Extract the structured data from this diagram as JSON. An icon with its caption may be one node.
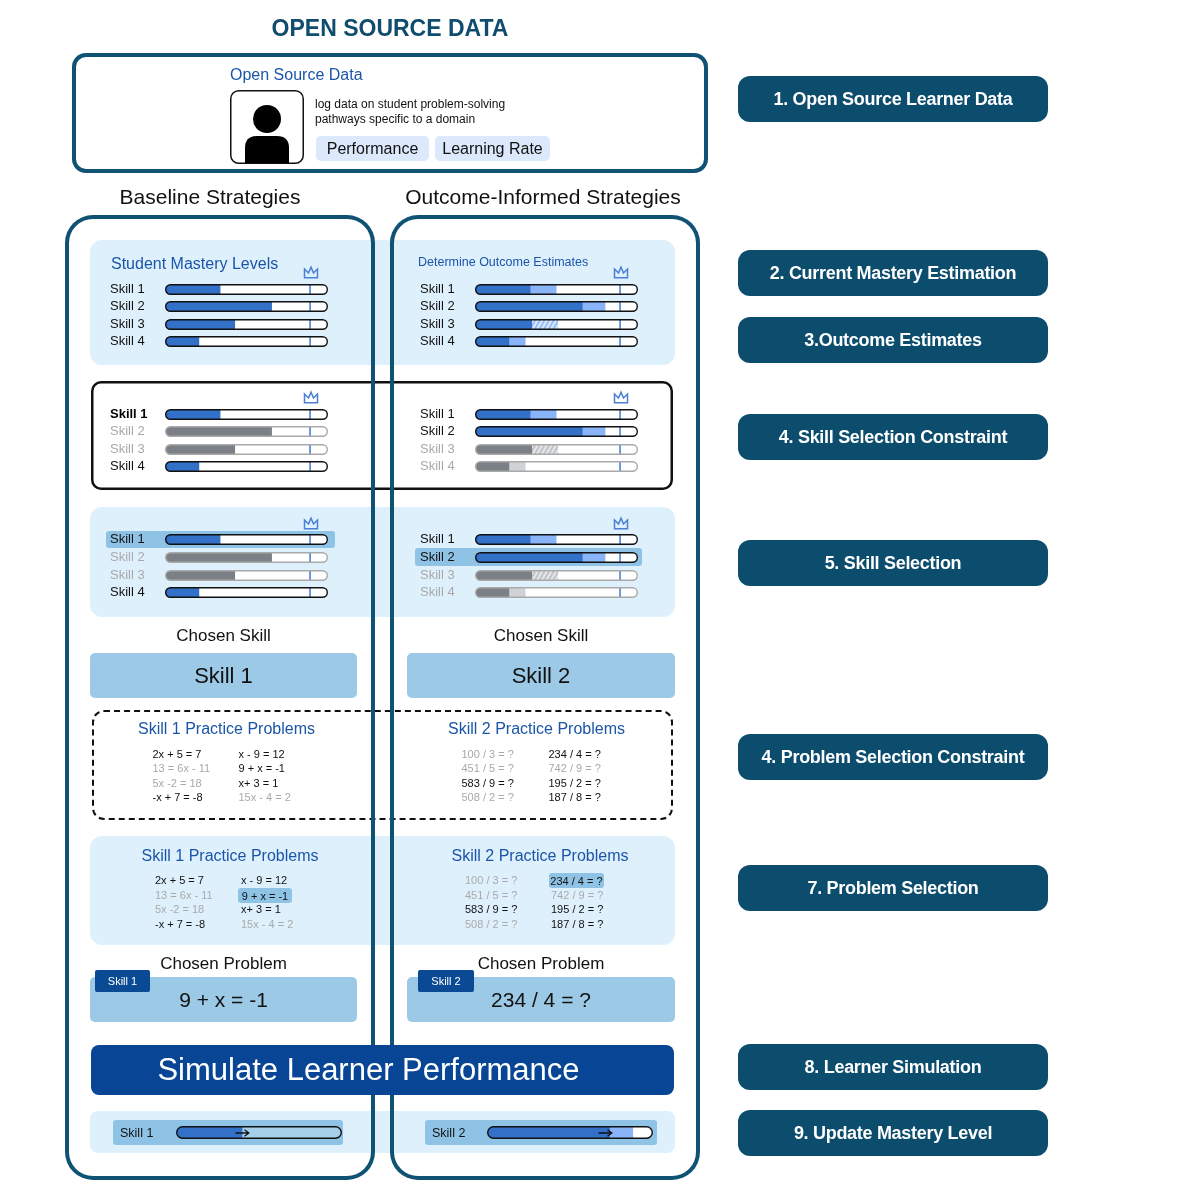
{
  "diagram": {
    "title": "OPEN SOURCE DATA",
    "nodes": [
      {
        "text": [
          "Open Source Data",
          "log data on student problem-solving pathways specific to a domain"
        ]
      },
      {
        "text": [
          "Performance"
        ],
        "in": 0
      },
      {
        "text": [
          "Learning Rate"
        ],
        "in": 0
      },
      {
        "text": [
          "Baseline Strategies"
        ]
      },
      {
        "text": [
          "Outcome-Informed Strategies"
        ]
      },
      {
        "text": [
          "Student Mastery Levels",
          "Skill 1",
          "Skill 2",
          "Skill 3",
          "Skill 4",
          "Determine Outcome Estimates",
          "Skill 1",
          "Skill 2",
          "Skill 3",
          "Skill 4"
        ]
      },
      {
        "text": [
          "Skill 1",
          "Skill 2",
          "Skill 3",
          "Skill 4",
          "Skill 1",
          "Skill 2",
          "Skill 3",
          "Skill 4"
        ]
      },
      {
        "text": [
          "Skill 2",
          "Skill 3",
          "Skill 4",
          "Skill 1",
          "Skill 3",
          "Skill 4"
        ]
      },
      {
        "text": [
          "Skill 1"
        ]
      },
      {
        "text": [
          "Skill 2"
        ]
      },
      {
        "text": [
          "Chosen Skill",
          "Skill 1"
        ],
        "in": 3
      },
      {
        "text": [
          "Chosen Skill",
          "Skill 2"
        ],
        "in": 4
      },
      {
        "text": [
          "Skill 1 Practice Problems",
          "2x + 5 = 7",
          "x - 9 = 12",
          "13 = 6x - 11",
          "9 + x = -1",
          "5x -2 = 18",
          "x+ 3 = 1",
          "-x + 7 = -8",
          "15x - 4 = 2",
          "Skill 2 Practice Problems",
          "100 / 3 = ?",
          "234 / 4 = ?",
          "451 / 5 = ?",
          "742 / 9 = ?",
          "583 / 9 = ?",
          "195 / 2 = ?",
          "508 / 2 = ?",
          "187 / 8 = ?"
        ]
      },
      {
        "text": [
          "Skill 1 Practice Problems",
          "2x + 5 = 7",
          "x - 9 = 12",
          "13 = 6x - 11",
          "5x -2 = 18",
          "x+ 3 = 1",
          "-x + 7 = -8",
          "15x - 4 = 2",
          "Skill 2 Practice Problems",
          "100 / 3 = ?",
          "451 / 5 = ?",
          "742 / 9 = ?",
          "583 / 9 = ?",
          "195 / 2 = ?",
          "508 / 2 = ?",
          "187 / 8 = ?"
        ]
      },
      {
        "text": [
          "9 + x = -1"
        ]
      },
      {
        "text": [
          "234 / 4 = ?"
        ]
      },
      {
        "text": [
          "Chosen Problem",
          "9 + x = -1"
        ],
        "in": 3
      },
      {
        "text": [
          "Skill 1"
        ],
        "in": 3
      },
      {
        "text": [
          "Chosen Problem",
          "234 / 4 = ?"
        ],
        "in": 4
      },
      {
        "text": [
          "Skill 2"
        ],
        "in": 4
      },
      {
        "text": [
          "Simulate Learner Performance"
        ]
      },
      {
        "text": [],
        "shape": "box"
      },
      {
        "text": [
          "Skill 1"
        ]
      },
      {
        "text": [
          "Skill 2"
        ]
      },
      {
        "text": [
          "1. Open Source Learner Data"
        ]
      },
      {
        "text": [
          "2. Current Mastery Estimation"
        ]
      },
      {
        "text": [
          "3.Outcome Estimates"
        ]
      },
      {
        "text": [
          "4. Skill Selection Constraint"
        ]
      },
      {
        "text": [
          "5. Skill Selection"
        ]
      },
      {
        "text": [
          "4. Problem Selection Constraint"
        ]
      },
      {
        "text": [
          "7. Problem Selection"
        ]
      },
      {
        "text": [
          "8. Learner Simulation"
        ]
      },
      {
        "text": [
          "9. Update Mastery Level"
        ]
      }
    ]
  }
}
